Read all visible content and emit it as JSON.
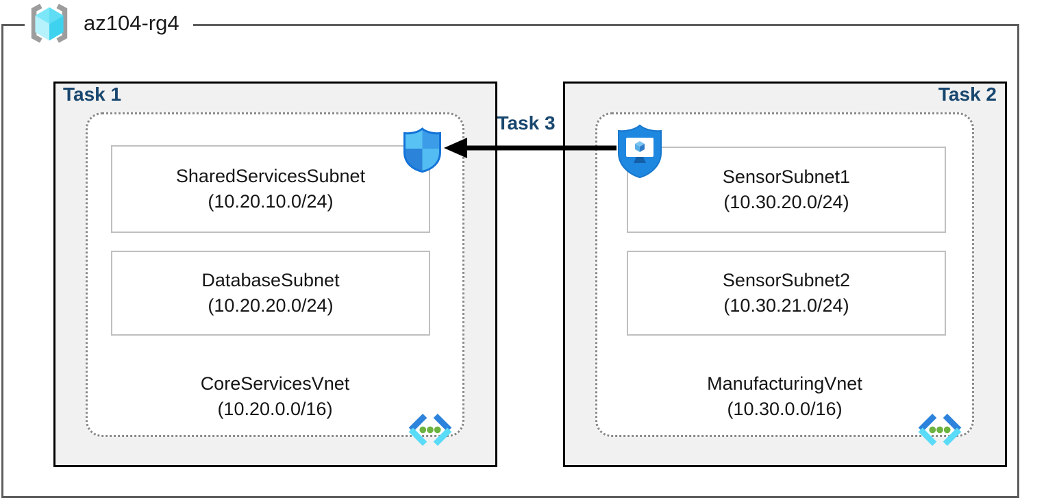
{
  "resource_group": {
    "name": "az104-rg4",
    "icon": "resource-group-icon"
  },
  "vnets": [
    {
      "task_label": "Task 1",
      "name": "CoreServicesVnet",
      "cidr": "(10.20.0.0/16)",
      "icon": "virtual-network-icon",
      "subnets": [
        {
          "name": "SharedServicesSubnet",
          "cidr": "(10.20.10.0/24)"
        },
        {
          "name": "DatabaseSubnet",
          "cidr": "(10.20.20.0/24)"
        }
      ]
    },
    {
      "task_label": "Task 2",
      "name": "ManufacturingVnet",
      "cidr": "(10.30.0.0/16)",
      "icon": "virtual-network-icon",
      "subnets": [
        {
          "name": "SensorSubnet1",
          "cidr": "(10.30.20.0/24)"
        },
        {
          "name": "SensorSubnet2",
          "cidr": "(10.30.21.0/24)"
        }
      ]
    }
  ],
  "connection": {
    "label": "Task 3",
    "from_icon": "bastion-shield-icon",
    "to_icon": "network-security-group-shield-icon",
    "direction": "right-to-left"
  },
  "colors": {
    "task_label": "#17466E",
    "task_box_bg": "#F1F1F1",
    "task_box_border": "#000000",
    "resource_group_border": "#5E5E5E",
    "vnet_dashed_border": "#8A8A8A",
    "subnet_border": "#BFBFBF",
    "arrow": "#000000",
    "vnet_icon_blue": "#2D83DB",
    "vnet_icon_cyan": "#5ADBF8",
    "vnet_icon_green": "#6CB33F",
    "bastion_shield_blue": "#1E88E1"
  }
}
